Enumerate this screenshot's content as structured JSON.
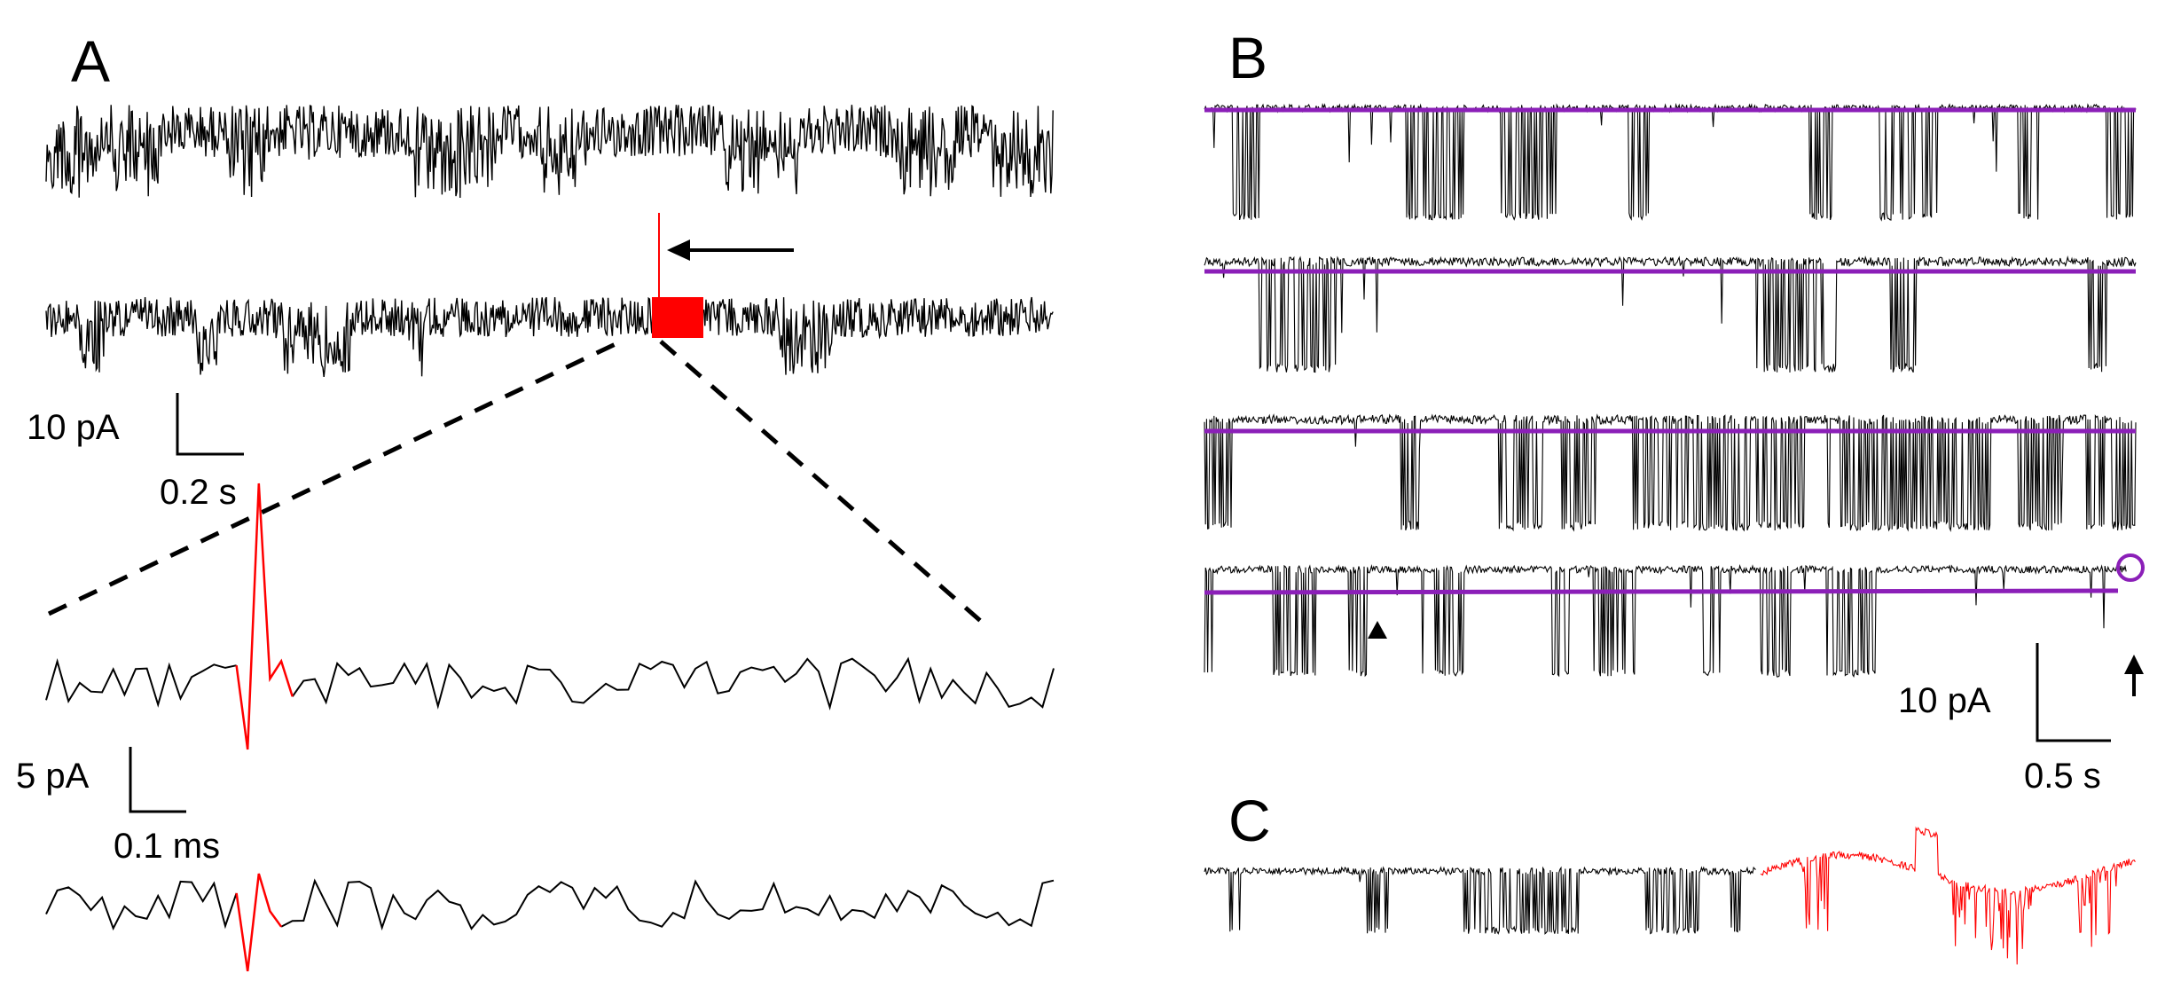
{
  "figure": {
    "panels": [
      {
        "id": "A",
        "label": "A"
      },
      {
        "id": "B",
        "label": "B"
      },
      {
        "id": "C",
        "label": "C"
      }
    ],
    "scalebars": {
      "a_top": {
        "current": "10 pA",
        "time": "0.2 s"
      },
      "a_zoom": {
        "current": "5 pA",
        "time": "0.1 ms"
      },
      "b": {
        "current": "10 pA",
        "time": "0.5 s"
      }
    },
    "colors": {
      "trace": "#000000",
      "highlight": "#ff0000",
      "baseline": "#8b1fb8"
    },
    "annotations": {
      "a_arrow": "left-arrow pointing to red spike",
      "b_arrowhead": "up-triangle marker",
      "b_circle": "circle marker at trace end",
      "b_arrow": "up-arrow"
    }
  }
}
